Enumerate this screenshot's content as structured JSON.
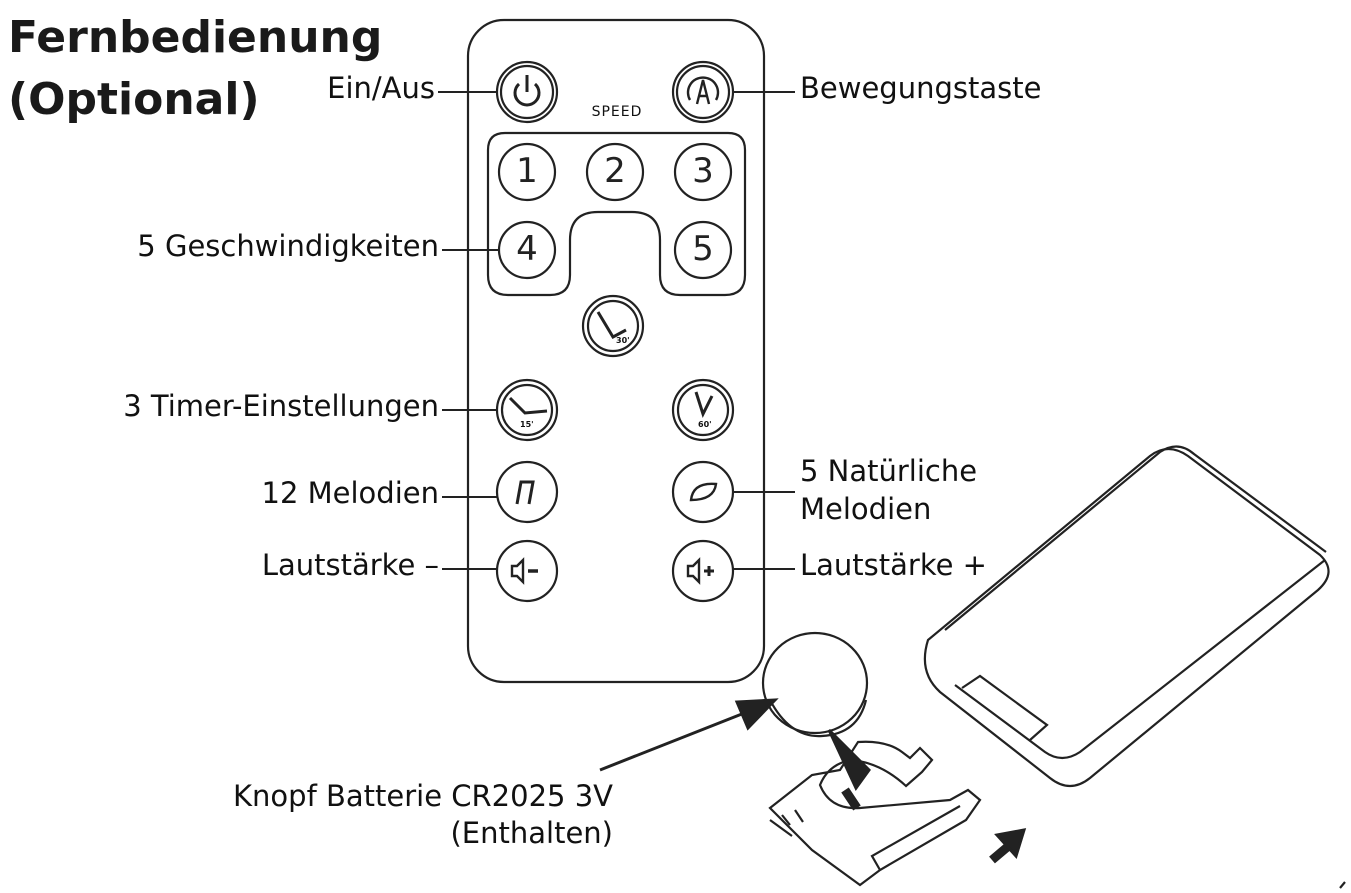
{
  "title": {
    "line1": "Fernbedienung",
    "line2": "(Optional)"
  },
  "labels": {
    "power": "Ein/Aus",
    "motion": "Bewegungstaste",
    "speeds": "5 Geschwindigkeiten",
    "timers": "3 Timer-Einstellungen",
    "melodies": "12 Melodien",
    "nature_line1": "5 Natürliche",
    "nature_line2": "Melodien",
    "vol_down": "Lautstärke –",
    "vol_up": "Lautstärke +",
    "battery_line1": "Knopf Batterie CR2025 3V",
    "battery_line2": "(Enthalten)"
  },
  "remote": {
    "speed_label": "SPEED",
    "speed_buttons": [
      "1",
      "2",
      "3",
      "4",
      "5"
    ],
    "timer_marks": [
      "30'",
      "15'",
      "60'"
    ]
  },
  "icons": [
    "power-icon",
    "motion-icon",
    "timer-icon",
    "music-note-icon",
    "leaf-icon",
    "volume-down-icon",
    "volume-up-icon",
    "arrow-icon"
  ],
  "colors": {
    "line": "#222222",
    "background": "#ffffff"
  }
}
